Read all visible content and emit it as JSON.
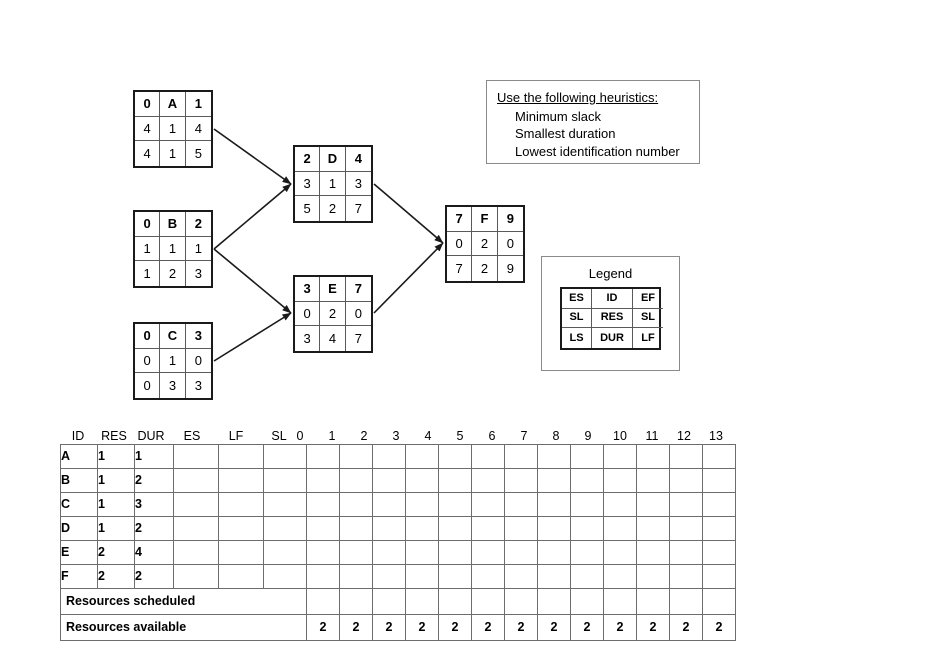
{
  "heuristics": {
    "title": "Use the following heuristics:",
    "items": [
      "Minimum slack",
      "Smallest duration",
      "Lowest identification number"
    ]
  },
  "legend": {
    "title": "Legend",
    "cells": [
      "ES",
      "ID",
      "EF",
      "SL",
      "RES",
      "SL",
      "LS",
      "DUR",
      "LF"
    ]
  },
  "network": {
    "nodes": [
      {
        "key": "A",
        "id": "A",
        "es": "0",
        "ef": "1",
        "sl_left": "4",
        "res": "1",
        "sl_right": "4",
        "ls": "4",
        "dur": "1",
        "lf": "5"
      },
      {
        "key": "B",
        "id": "B",
        "es": "0",
        "ef": "2",
        "sl_left": "1",
        "res": "1",
        "sl_right": "1",
        "ls": "1",
        "dur": "2",
        "lf": "3"
      },
      {
        "key": "C",
        "id": "C",
        "es": "0",
        "ef": "3",
        "sl_left": "0",
        "res": "1",
        "sl_right": "0",
        "ls": "0",
        "dur": "3",
        "lf": "3"
      },
      {
        "key": "D",
        "id": "D",
        "es": "2",
        "ef": "4",
        "sl_left": "3",
        "res": "1",
        "sl_right": "3",
        "ls": "5",
        "dur": "2",
        "lf": "7"
      },
      {
        "key": "E",
        "id": "E",
        "es": "3",
        "ef": "7",
        "sl_left": "0",
        "res": "2",
        "sl_right": "0",
        "ls": "3",
        "dur": "4",
        "lf": "7"
      },
      {
        "key": "F",
        "id": "F",
        "es": "7",
        "ef": "9",
        "sl_left": "0",
        "res": "2",
        "sl_right": "0",
        "ls": "7",
        "dur": "2",
        "lf": "9"
      }
    ],
    "edges": [
      {
        "from": "A",
        "to": "D"
      },
      {
        "from": "B",
        "to": "D"
      },
      {
        "from": "B",
        "to": "E"
      },
      {
        "from": "C",
        "to": "E"
      },
      {
        "from": "D",
        "to": "F"
      },
      {
        "from": "E",
        "to": "F"
      }
    ]
  },
  "schedule": {
    "headers": [
      "ID",
      "RES",
      "DUR",
      "ES",
      "LF",
      "SL"
    ],
    "timeline_labels": [
      "0",
      "1",
      "2",
      "3",
      "4",
      "5",
      "6",
      "7",
      "8",
      "9",
      "10",
      "11",
      "12",
      "13"
    ],
    "rows": [
      {
        "id": "A",
        "res": "1",
        "dur": "1",
        "es": "",
        "lf": "",
        "sl": ""
      },
      {
        "id": "B",
        "res": "1",
        "dur": "2",
        "es": "",
        "lf": "",
        "sl": ""
      },
      {
        "id": "C",
        "res": "1",
        "dur": "3",
        "es": "",
        "lf": "",
        "sl": ""
      },
      {
        "id": "D",
        "res": "1",
        "dur": "2",
        "es": "",
        "lf": "",
        "sl": ""
      },
      {
        "id": "E",
        "res": "2",
        "dur": "4",
        "es": "",
        "lf": "",
        "sl": ""
      },
      {
        "id": "F",
        "res": "2",
        "dur": "2",
        "es": "",
        "lf": "",
        "sl": ""
      }
    ],
    "resources_scheduled": {
      "label": "Resources scheduled",
      "values": [
        "",
        "",
        "",
        "",
        "",
        "",
        "",
        "",
        "",
        "",
        "",
        "",
        ""
      ]
    },
    "resources_available": {
      "label": "Resources available",
      "values": [
        "2",
        "2",
        "2",
        "2",
        "2",
        "2",
        "2",
        "2",
        "2",
        "2",
        "2",
        "2",
        "2"
      ]
    },
    "time_column_count": 13
  },
  "colors": {
    "ink": "#000000",
    "node_border": "#1a1a1a",
    "grid_line": "#6d6d6d",
    "box_border": "#8a8a8a",
    "background": "#ffffff"
  }
}
